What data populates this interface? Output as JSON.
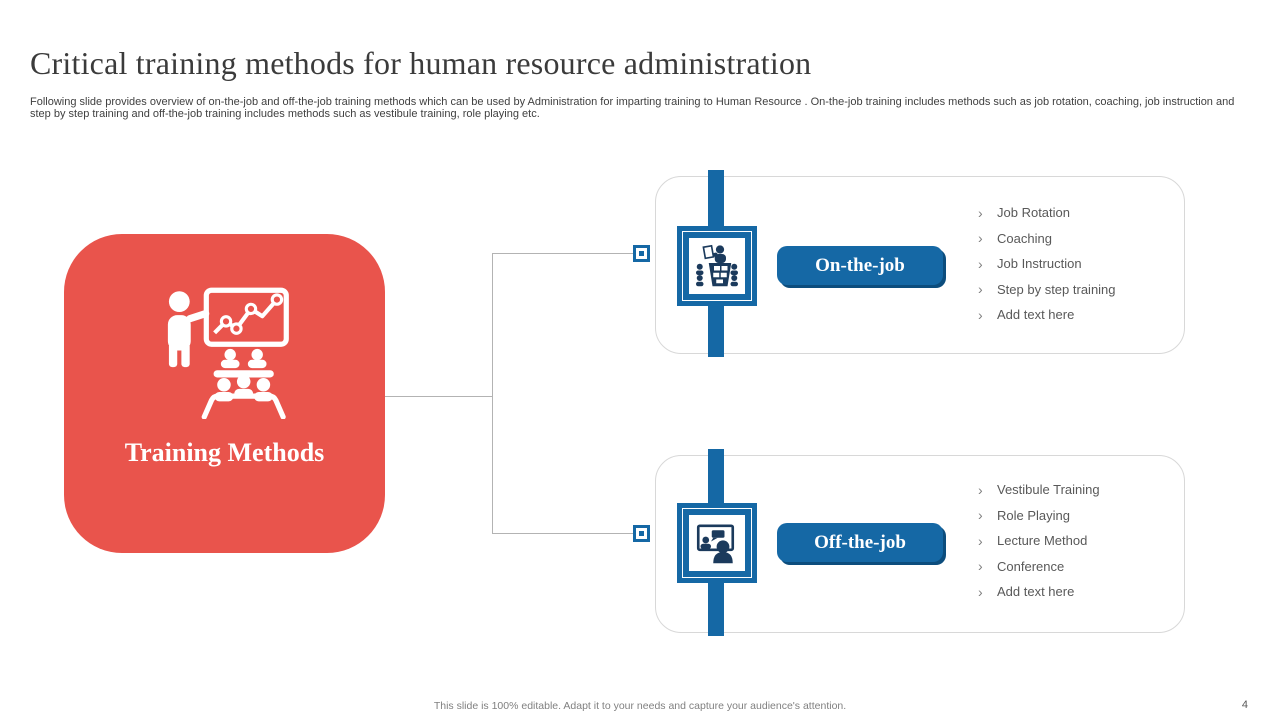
{
  "slide": {
    "title": "Critical training methods for human resource administration",
    "description": "Following slide provides overview of on-the-job and off-the-job training methods which can be used by Administration for imparting training to Human Resource . On-the-job training includes methods such as job rotation, coaching, job instruction and step by step training and off-the-job training includes methods such as vestibule training, role playing etc.",
    "footer": "This slide is 100% editable. Adapt it to your needs and capture your audience's attention.",
    "page_number": "4"
  },
  "center_node": {
    "label": "Training Methods",
    "icon": "presenter-chart-audience-icon"
  },
  "branches": [
    {
      "label": "On-the-job",
      "icon": "podium-speaker-icon",
      "items": [
        "Job Rotation",
        "Coaching",
        "Job Instruction",
        "Step by step training",
        "Add text here"
      ]
    },
    {
      "label": "Off-the-job",
      "icon": "video-lecture-icon",
      "items": [
        "Vestibule Training",
        "Role Playing",
        "Lecture Method",
        "Conference",
        "Add text here"
      ]
    }
  ],
  "bullet_marker": "›",
  "colors": {
    "accent_red": "#E9544C",
    "accent_blue": "#1568A5",
    "accent_blue_dark": "#0C4D7D",
    "icon_navy": "#1B3A5C",
    "text_gray": "#595959",
    "border_gray": "#D8D8D8",
    "line_gray": "#B3B3B3"
  }
}
